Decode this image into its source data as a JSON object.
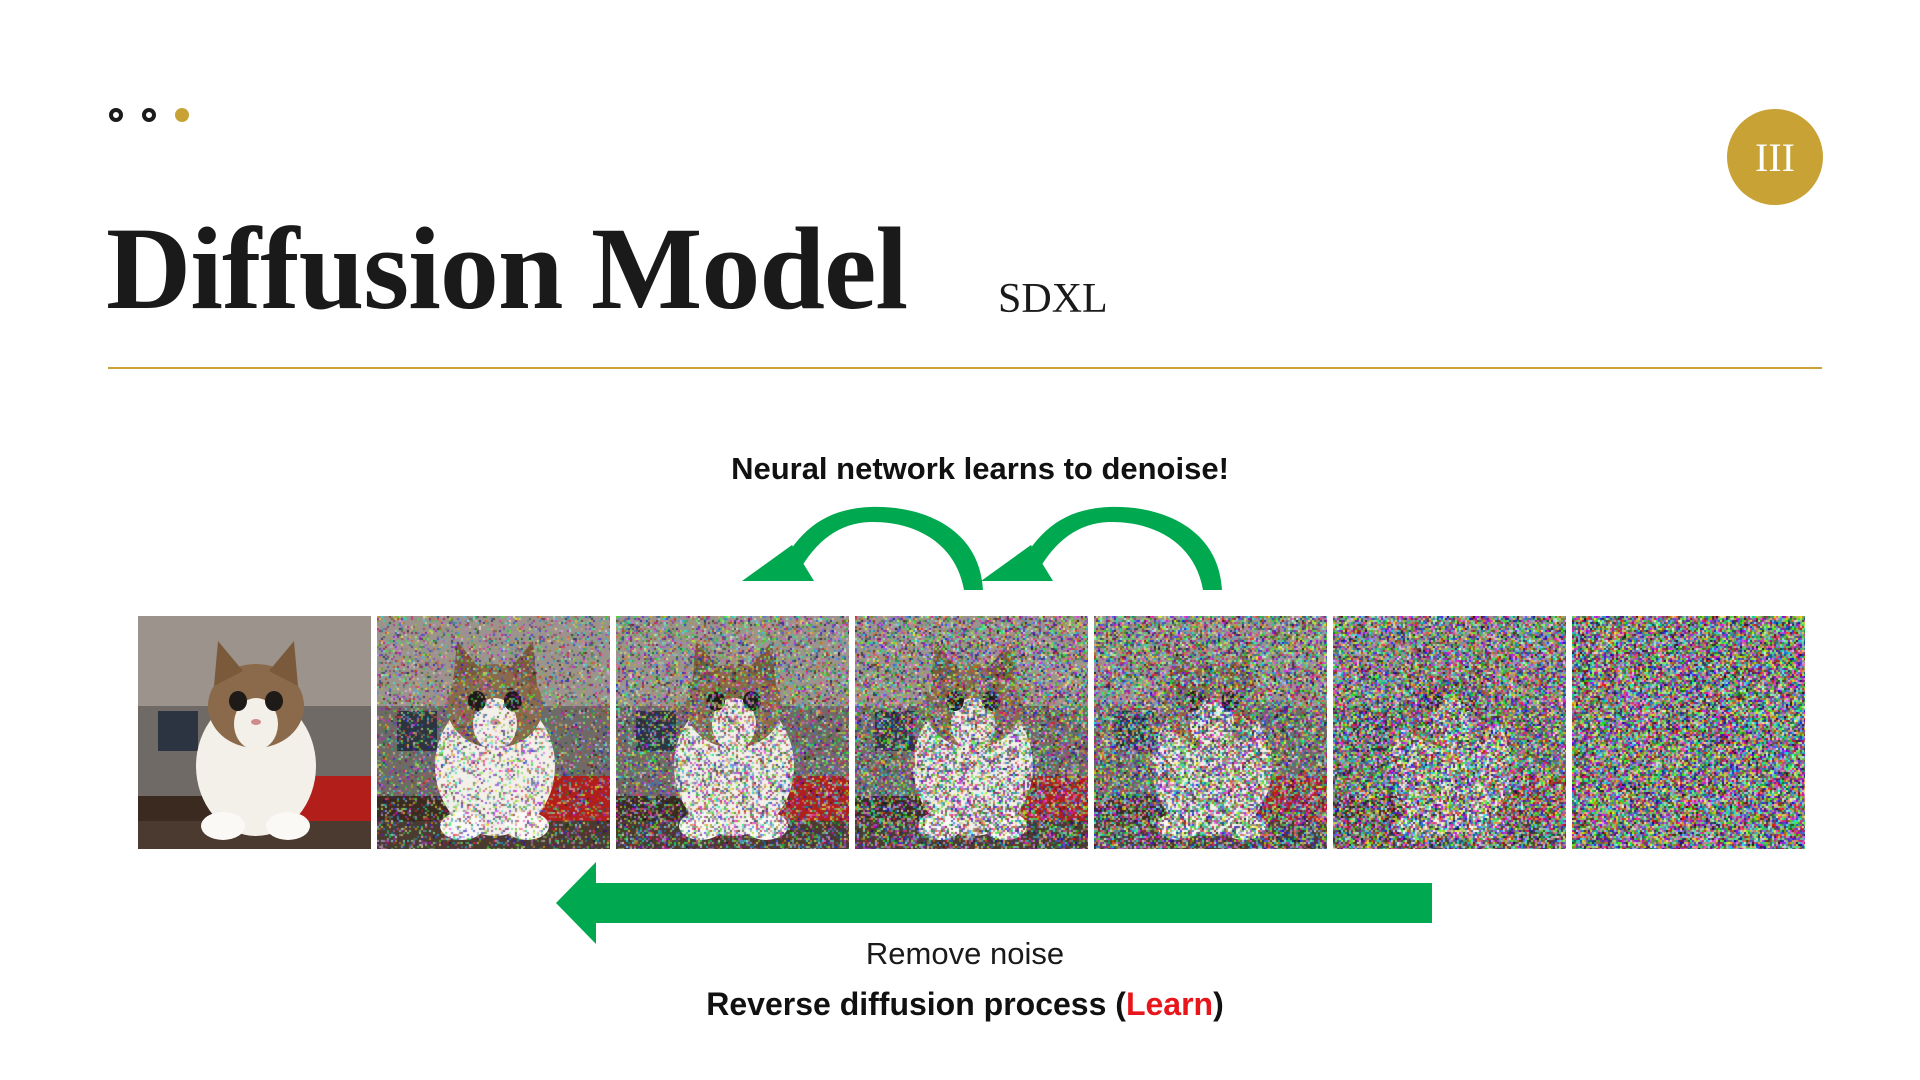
{
  "slide": {
    "title": "Diffusion Model",
    "subtitle": "SDXL",
    "section_badge": "III",
    "accent_color": "#c9a236"
  },
  "diagram": {
    "top_caption": "Neural network learns to denoise!",
    "arrow_label": "Remove noise",
    "bottom_caption_prefix": "Reverse diffusion process (",
    "bottom_caption_highlight": "Learn",
    "bottom_caption_suffix": ")",
    "arrow_color": "#00a84f",
    "highlight_color": "#e8161b",
    "image_count": 7,
    "noise_levels": [
      0,
      0.35,
      0.5,
      0.62,
      0.75,
      0.88,
      1.0
    ]
  }
}
